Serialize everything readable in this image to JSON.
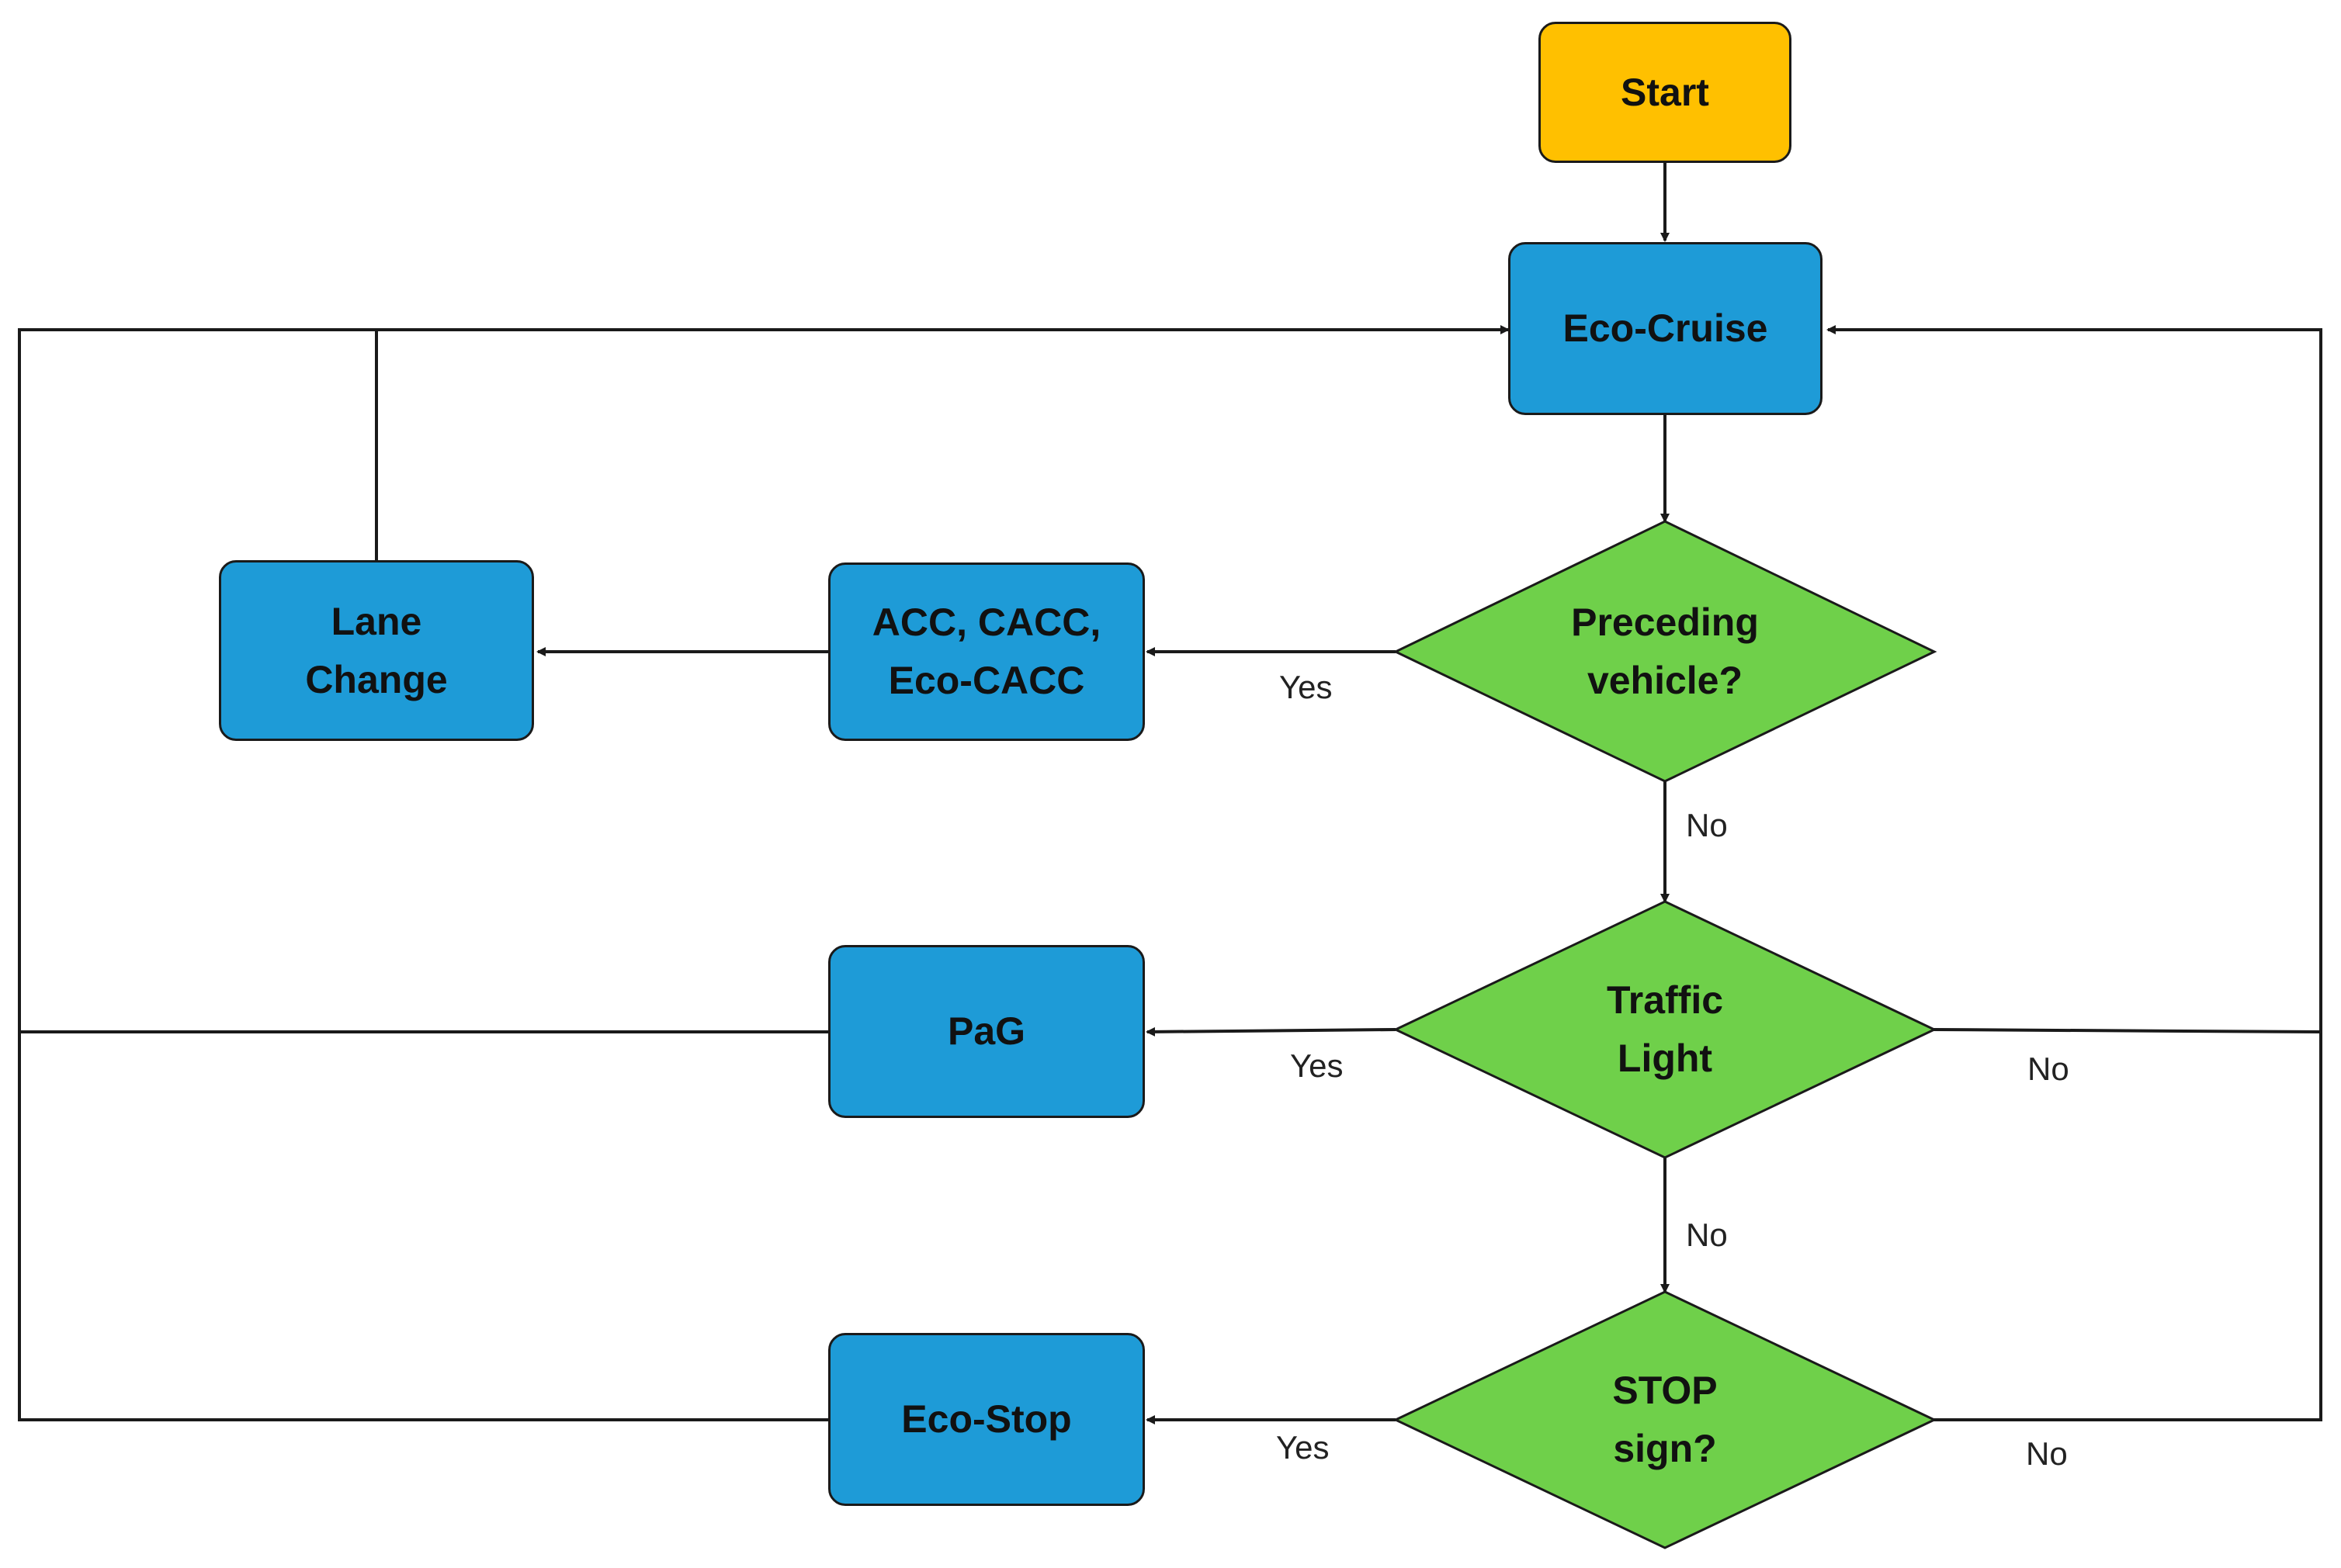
{
  "colors": {
    "start_fill": "#ffc000",
    "process_fill": "#1e9bd7",
    "decision_fill": "#6fd04a",
    "line": "#1a1a1a"
  },
  "nodes": {
    "start": "Start",
    "eco_cruise": "Eco-Cruise",
    "preceding": [
      "Preceding",
      "vehicle?"
    ],
    "acc": [
      "ACC, CACC,",
      "Eco-CACC"
    ],
    "lane_change": [
      "Lane",
      "Change"
    ],
    "traffic_light": [
      "Traffic",
      "Light"
    ],
    "pag": "PaG",
    "stop_sign": [
      "STOP",
      "sign?"
    ],
    "eco_stop": "Eco-Stop"
  },
  "edges": {
    "preceding_yes": "Yes",
    "preceding_no": "No",
    "traffic_yes": "Yes",
    "traffic_no_down": "No",
    "traffic_no_right": "No",
    "stop_yes": "Yes",
    "stop_no": "No"
  }
}
